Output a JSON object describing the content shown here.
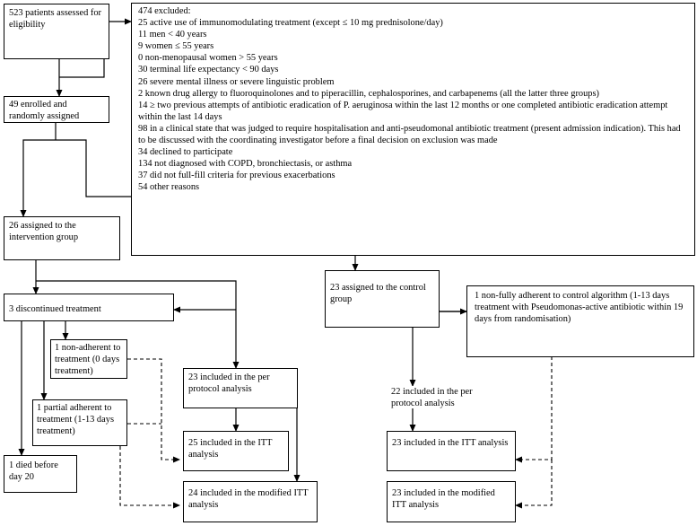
{
  "boxes": {
    "assessed": "523 patients assessed for eligibility",
    "excluded": {
      "title": "474 excluded:",
      "reasons": [
        "25  active use of immunomodulating treatment (except ≤ 10 mg prednisolone/day)",
        "11  men < 40 years",
        "9  women ≤ 55 years",
        "0  non-menopausal women > 55 years",
        "30  terminal life expectancy < 90 days",
        "26  severe mental illness or severe linguistic problem",
        "2  known drug allergy to fluoroquinolones and to piperacillin, cephalosporines, and carbapenems (all the latter three groups)",
        "14  ≥ two previous attempts of antibiotic eradication of P. aeruginosa within the last 12 months or one completed antibiotic eradication attempt within the last 14 days",
        "98  in a clinical state that was judged to require hospitalisation and anti-pseudomonal antibiotic treatment (present admission indication). This had to be discussed with the coordinating investigator before a final decision on exclusion was made",
        "34 declined to participate",
        "134  not diagnosed with COPD, bronchiectasis, or asthma",
        "37  did not full-fill criteria for previous exacerbations",
        "54  other reasons"
      ]
    },
    "enrolled": "49 enrolled and randomly assigned",
    "intervention": "26 assigned to the intervention group",
    "discontinued": "3 discontinued treatment",
    "non_adherent": "1 non-adherent to treatment (0 days treatment)",
    "partial_adherent": "1 partial adherent to treatment (1-13 days treatment)",
    "died": "1 died before day 20",
    "int_per_protocol": "23 included in the per protocol analysis",
    "int_itt": "25 included in the ITT analysis",
    "int_mitt": "24 included in the modified ITT analysis",
    "control": "23 assigned to the control group",
    "control_nonadherent": "1 non-fully adherent to control algorithm (1-13 days treatment with Pseudomonas-active antibiotic within 19 days from randomisation)",
    "ctrl_per_protocol": "22 included in the per protocol analysis",
    "ctrl_itt": "23 included in the ITT analysis",
    "ctrl_mitt": "23 included in the modified ITT analysis"
  }
}
